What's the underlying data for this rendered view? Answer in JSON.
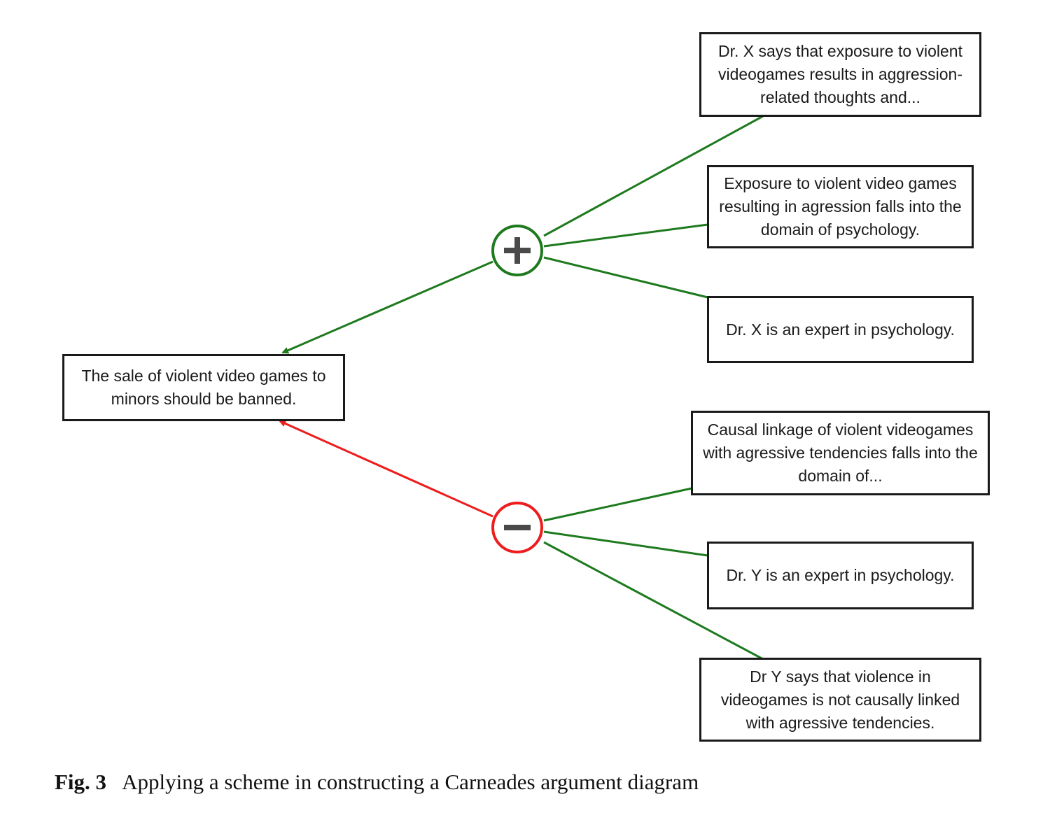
{
  "diagram": {
    "conclusion": "The sale of violent video games to minors should be banned.",
    "pro_argument": {
      "node_icon": "plus-icon",
      "color": "#1e7a1e",
      "premises": [
        "Dr. X says that exposure to violent videogames results in aggression-related thoughts and...",
        "Exposure to violent video games resulting in agression falls into the domain of psychology.",
        "Dr. X is an expert in psychology."
      ]
    },
    "con_argument": {
      "node_icon": "minus-icon",
      "color": "#ee1c1c",
      "premises": [
        "Causal linkage of violent videogames with agressive tendencies falls into the domain of...",
        "Dr. Y is an expert in psychology.",
        "Dr Y says that violence in videogames is not causally linked with agressive tendencies."
      ]
    }
  },
  "caption": {
    "label": "Fig. 3",
    "text": "Applying a scheme in constructing a Carneades argument diagram"
  }
}
